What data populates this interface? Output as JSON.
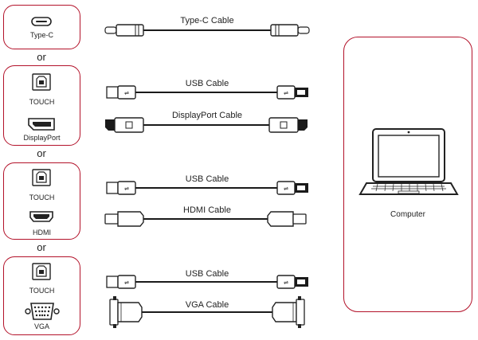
{
  "ports": {
    "typec": "Type-C",
    "touch": "TOUCH",
    "displayport": "DisplayPort",
    "hdmi": "HDMI",
    "vga": "VGA"
  },
  "separator": "or",
  "cables": {
    "typec": "Type-C  Cable",
    "usb": "USB Cable",
    "displayport": "DisplayPort Cable",
    "hdmi": "HDMI Cable",
    "vga": "VGA Cable"
  },
  "device": "Computer",
  "colors": {
    "accent": "#b3122a",
    "line": "#1a1a1a"
  },
  "icons": [
    "type-c-port-icon",
    "usb-b-port-icon",
    "displayport-port-icon",
    "hdmi-port-icon",
    "vga-port-icon",
    "laptop-icon"
  ]
}
